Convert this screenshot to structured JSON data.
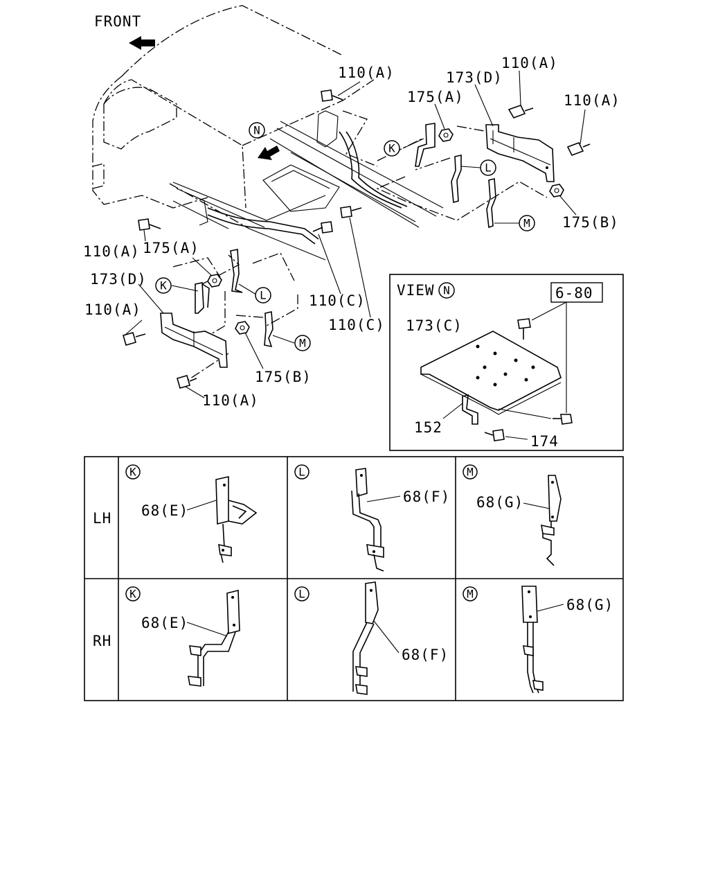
{
  "front_label": "FRONT",
  "view_label": "VIEW",
  "circle_letters": {
    "n": "N",
    "k": "K",
    "l": "L",
    "m": "M"
  },
  "callouts": {
    "c110a_top": "110(A)",
    "c110a_tr1": "110(A)",
    "c110a_tr2": "110(A)",
    "c173d_tr": "173(D)",
    "c175a_tr": "175(A)",
    "c175b_tr": "175(B)",
    "c110a_left": "110(A)",
    "c175a_left": "175(A)",
    "c173d_left": "173(D)",
    "c110a_left2": "110(A)",
    "c110c_1": "110(C)",
    "c110c_2": "110(C)",
    "c175b_left": "175(B)",
    "c110a_bottom": "110(A)"
  },
  "view_box": {
    "ref": "6-80",
    "c173c": "173(C)",
    "c152": "152",
    "c174": "174"
  },
  "table": {
    "rows": [
      {
        "side": "LH",
        "cells": [
          {
            "letter": "K",
            "part": "68(E)"
          },
          {
            "letter": "L",
            "part": "68(F)"
          },
          {
            "letter": "M",
            "part": "68(G)"
          }
        ]
      },
      {
        "side": "RH",
        "cells": [
          {
            "letter": "K",
            "part": "68(E)"
          },
          {
            "letter": "L",
            "part": "68(F)"
          },
          {
            "letter": "M",
            "part": "68(G)"
          }
        ]
      }
    ]
  }
}
